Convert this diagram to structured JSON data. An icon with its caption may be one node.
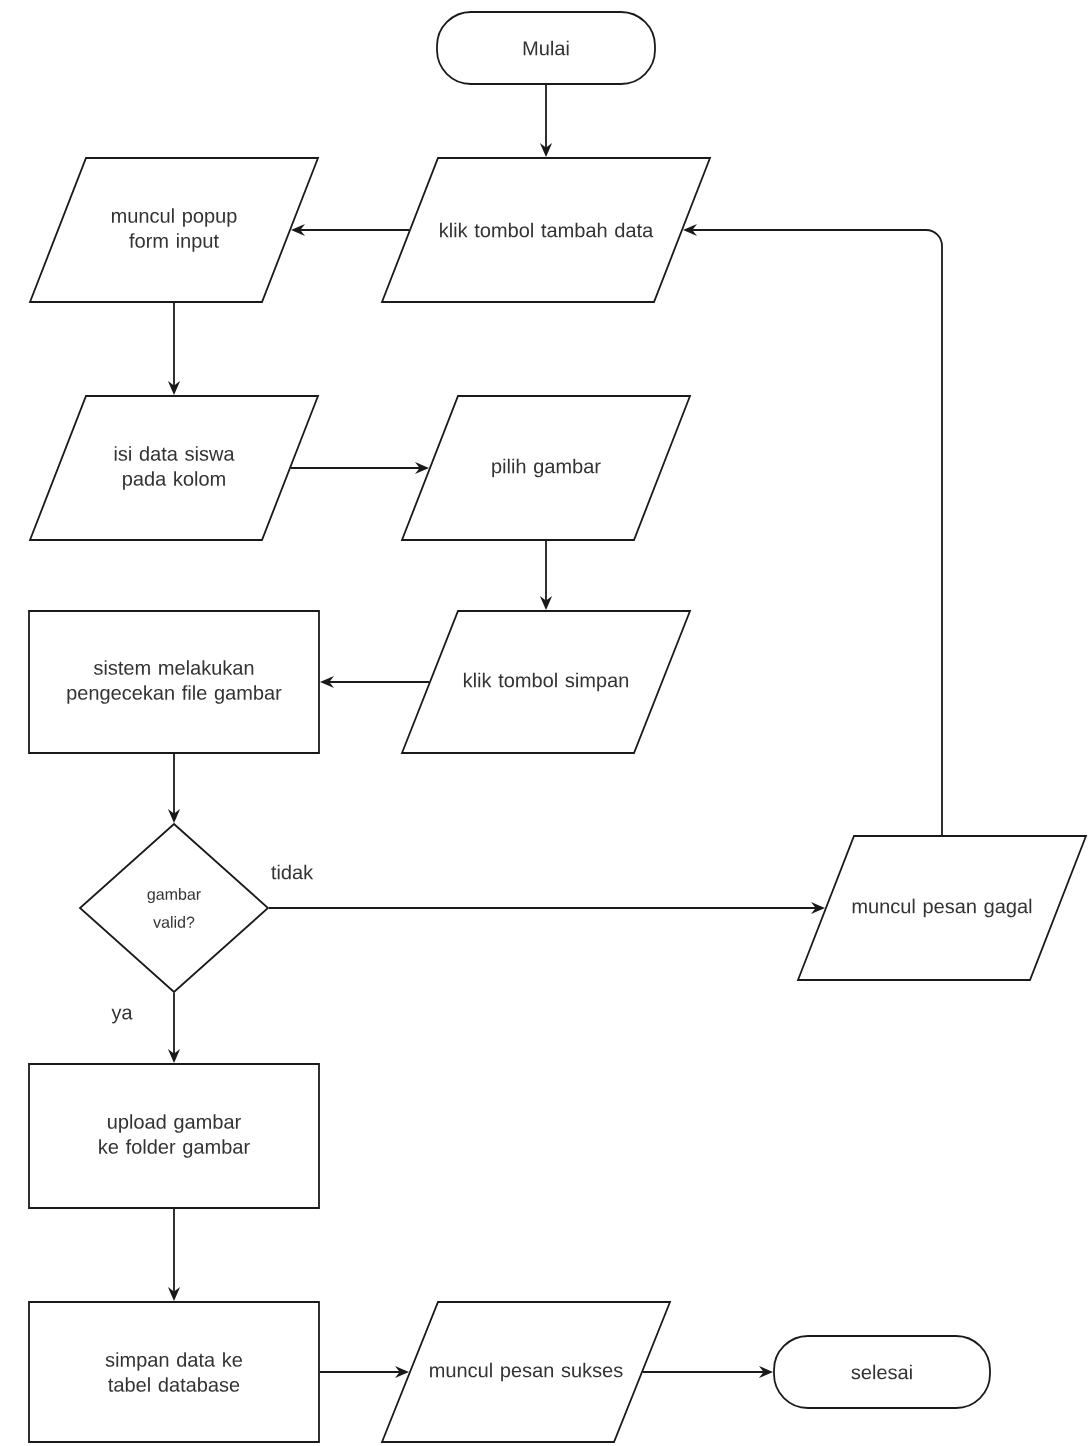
{
  "diagram": {
    "nodes": [
      {
        "text": [
          "Mulai"
        ]
      },
      {
        "text": [
          "klik tombol tambah data"
        ]
      },
      {
        "text": [
          "muncul popup form input"
        ]
      },
      {
        "text": [
          "isi data siswa pada kolom"
        ]
      },
      {
        "text": [
          "pilih gambar"
        ]
      },
      {
        "text": [
          "klik tombol simpan"
        ]
      },
      {
        "text": [
          "sistem melakukan pengecekan file gambar"
        ]
      },
      {
        "text": [
          "gambar valid?"
        ]
      },
      {
        "text": [
          "muncul pesan gagal"
        ]
      },
      {
        "text": [
          "upload gambar ke folder gambar"
        ]
      },
      {
        "text": [
          "simpan data ke tabel database"
        ]
      },
      {
        "text": [
          "muncul pesan sukses"
        ]
      },
      {
        "text": [
          "selesai"
        ]
      }
    ],
    "edges": [
      {
        "from": 0,
        "to": 1,
        "arrow": "to"
      },
      {
        "from": 1,
        "to": 2,
        "arrow": "to"
      },
      {
        "from": 2,
        "to": 3,
        "arrow": "to"
      },
      {
        "from": 3,
        "to": 4,
        "arrow": "to"
      },
      {
        "from": 4,
        "to": 5,
        "arrow": "to"
      },
      {
        "from": 5,
        "to": 6,
        "arrow": "to"
      },
      {
        "from": 6,
        "to": 7,
        "arrow": "to"
      },
      {
        "from": 7,
        "to": 8,
        "arrow": "to",
        "label": "tidak"
      },
      {
        "from": 8,
        "to": 1,
        "arrow": "to"
      },
      {
        "from": 7,
        "to": 9,
        "arrow": "to",
        "label": "ya"
      },
      {
        "from": 9,
        "to": 10,
        "arrow": "to"
      },
      {
        "from": 10,
        "to": 11,
        "arrow": "to"
      },
      {
        "from": 11,
        "to": 12,
        "arrow": "to"
      }
    ]
  }
}
